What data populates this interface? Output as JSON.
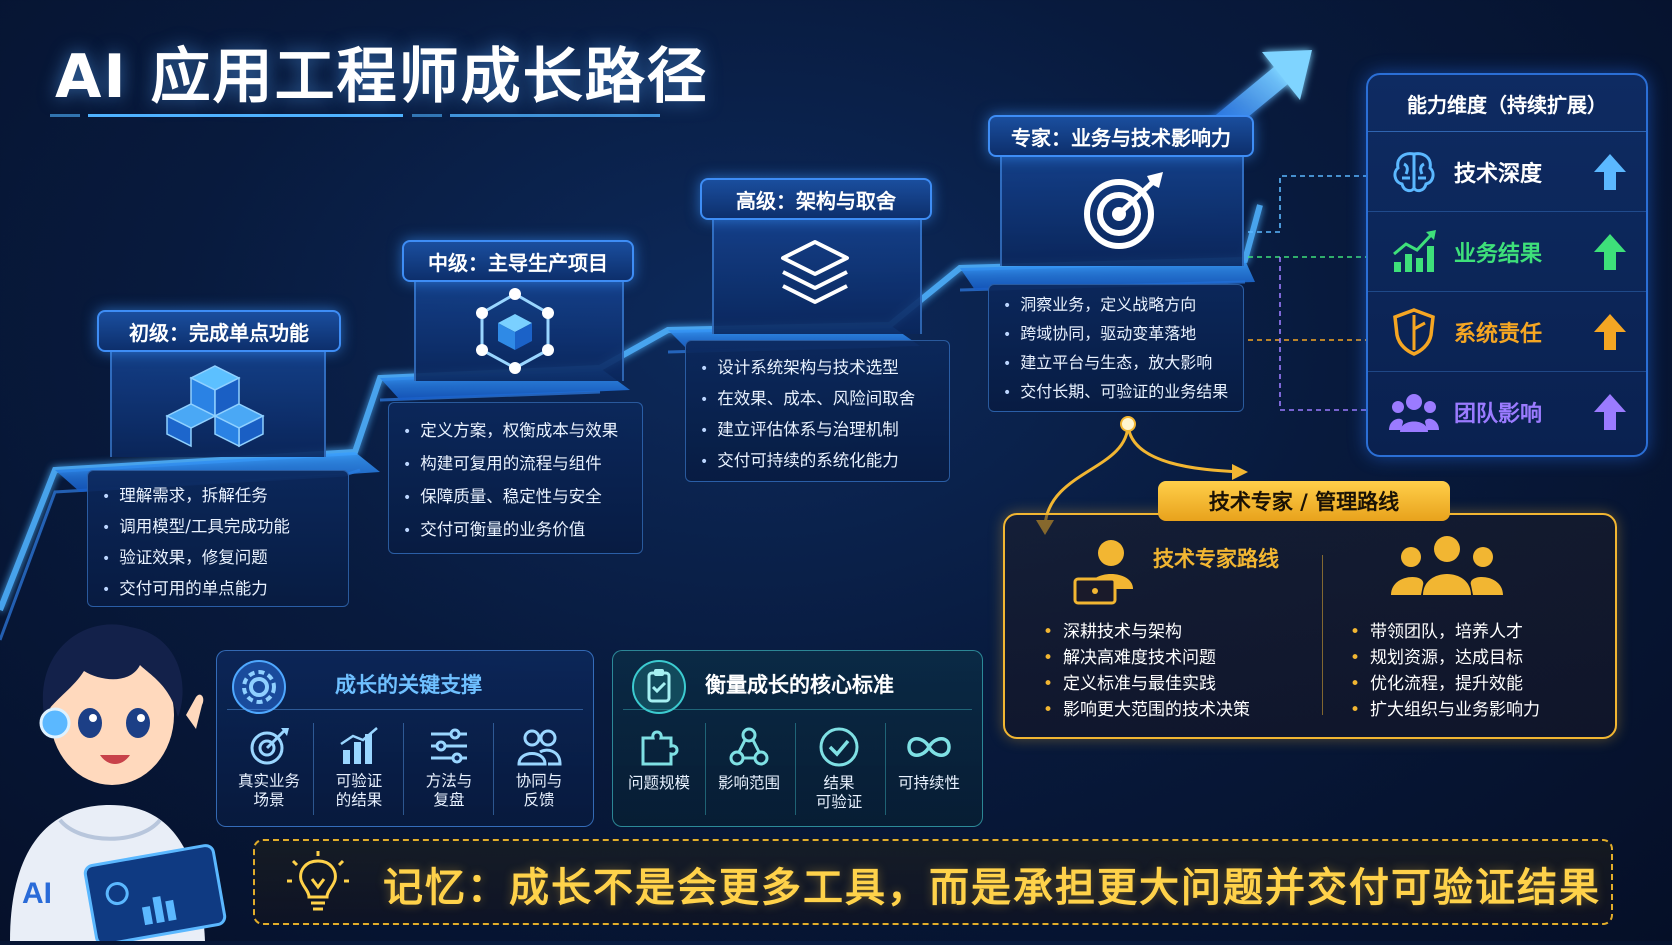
{
  "title": "AI 应用工程师成长路径",
  "stages": [
    {
      "label": "初级：完成单点功能",
      "icon": "cube-cluster-icon",
      "items": [
        "理解需求，拆解任务",
        "调用模型/工具完成功能",
        "验证效果，修复问题",
        "交付可用的单点能力"
      ]
    },
    {
      "label": "中级：主导生产项目",
      "icon": "network-cube-icon",
      "items": [
        "定义方案，权衡成本与效果",
        "构建可复用的流程与组件",
        "保障质量、稳定性与安全",
        "交付可衡量的业务价值"
      ]
    },
    {
      "label": "高级：架构与取舍",
      "icon": "layers-icon",
      "items": [
        "设计系统架构与技术选型",
        "在效果、成本、风险间取舍",
        "建立评估体系与治理机制",
        "交付可持续的系统化能力"
      ]
    },
    {
      "label": "专家：业务与技术影响力",
      "icon": "target-icon",
      "items": [
        "洞察业务，定义战略方向",
        "跨域协同，驱动变革落地",
        "建立平台与生态，放大影响",
        "交付长期、可验证的业务结果"
      ]
    }
  ],
  "capabilities": {
    "title": "能力维度（持续扩展）",
    "items": [
      {
        "label": "技术深度",
        "icon": "brain-icon",
        "color": "#5bb8ff"
      },
      {
        "label": "业务结果",
        "icon": "growth-chart-icon",
        "color": "#3ee07a"
      },
      {
        "label": "系统责任",
        "icon": "shield-icon",
        "color": "#f5a623"
      },
      {
        "label": "团队影响",
        "icon": "team-icon",
        "color": "#9b7bff"
      }
    ]
  },
  "routes": {
    "tag": "技术专家 / 管理路线",
    "expert": {
      "title": "技术专家路线",
      "items": [
        "深耕技术与架构",
        "解决高难度技术问题",
        "定义标准与最佳实践",
        "影响更大范围的技术决策"
      ]
    },
    "management": {
      "title": "",
      "items": [
        "带领团队，培养人才",
        "规划资源，达成目标",
        "优化流程，提升效能",
        "扩大组织与业务影响力"
      ]
    }
  },
  "support": {
    "title": "成长的关键支撑",
    "items": [
      {
        "label": "真实业务\n场景",
        "icon": "target-arrow-icon"
      },
      {
        "label": "可验证\n的结果",
        "icon": "bar-chart-icon"
      },
      {
        "label": "方法与\n复盘",
        "icon": "sliders-icon"
      },
      {
        "label": "协同与\n反馈",
        "icon": "people-icon"
      }
    ]
  },
  "standards": {
    "title": "衡量成长的核心标准",
    "items": [
      {
        "label": "问题规模",
        "icon": "puzzle-icon"
      },
      {
        "label": "影响范围",
        "icon": "nodes-icon"
      },
      {
        "label": "结果\n可验证",
        "icon": "check-circle-icon"
      },
      {
        "label": "可持续性",
        "icon": "infinity-icon"
      }
    ]
  },
  "memo": "记忆：成长不是会更多工具，而是承担更大问题并交付可验证结果",
  "colors": {
    "accent": "#3e8df5",
    "gold": "#f2b632",
    "memo": "#ffd24a"
  }
}
